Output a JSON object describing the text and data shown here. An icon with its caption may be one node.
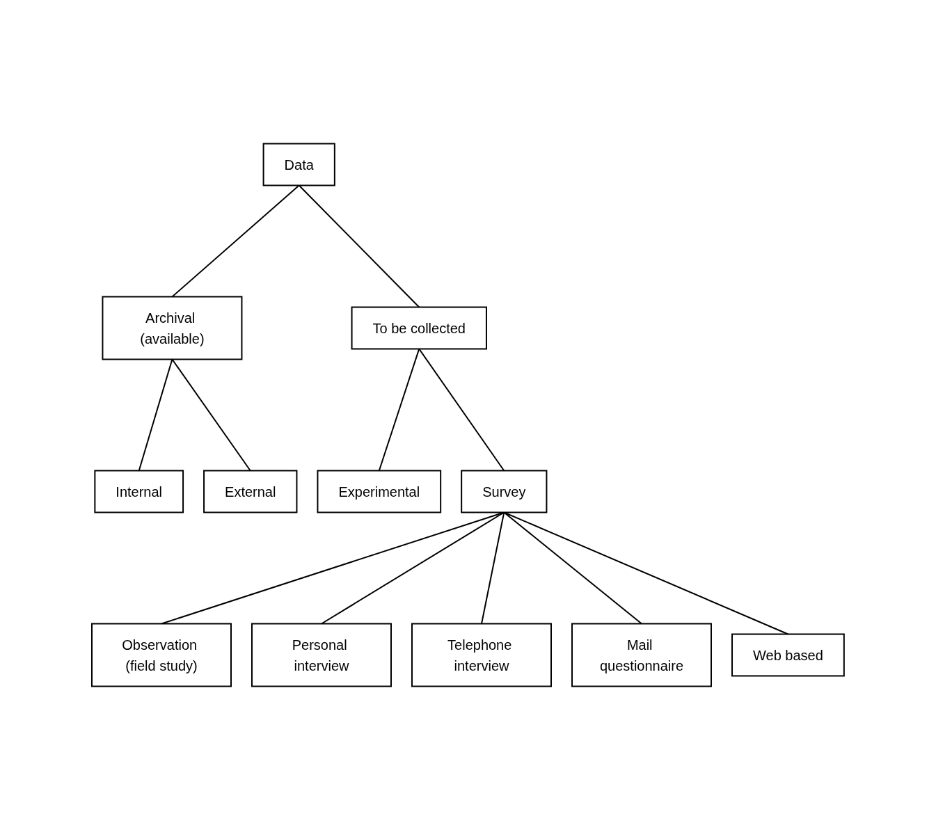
{
  "diagram": {
    "nodes": [
      {
        "text": [
          "Data"
        ]
      },
      {
        "text": [
          "Archival (available)"
        ]
      },
      {
        "text": [
          "To be collected"
        ]
      },
      {
        "text": [
          "Internal"
        ]
      },
      {
        "text": [
          "External"
        ]
      },
      {
        "text": [
          "Experimental"
        ]
      },
      {
        "text": [
          "Survey"
        ]
      },
      {
        "text": [
          "Observation (field study)"
        ]
      },
      {
        "text": [
          "Personal interview"
        ]
      },
      {
        "text": [
          "Telephone interview"
        ]
      },
      {
        "text": [
          "Mail questionnaire"
        ]
      },
      {
        "text": [
          "Web based"
        ]
      }
    ],
    "edges": [
      {
        "from": 0,
        "to": 1,
        "arrow": "none"
      },
      {
        "from": 0,
        "to": 2,
        "arrow": "none"
      },
      {
        "from": 1,
        "to": 3,
        "arrow": "none"
      },
      {
        "from": 1,
        "to": 4,
        "arrow": "none"
      },
      {
        "from": 2,
        "to": 5,
        "arrow": "none"
      },
      {
        "from": 2,
        "to": 6,
        "arrow": "none"
      },
      {
        "from": 6,
        "to": 7,
        "arrow": "none"
      },
      {
        "from": 6,
        "to": 8,
        "arrow": "none"
      },
      {
        "from": 6,
        "to": 9,
        "arrow": "none"
      },
      {
        "from": 6,
        "to": 10,
        "arrow": "none"
      },
      {
        "from": 6,
        "to": 11,
        "arrow": "none"
      }
    ]
  }
}
